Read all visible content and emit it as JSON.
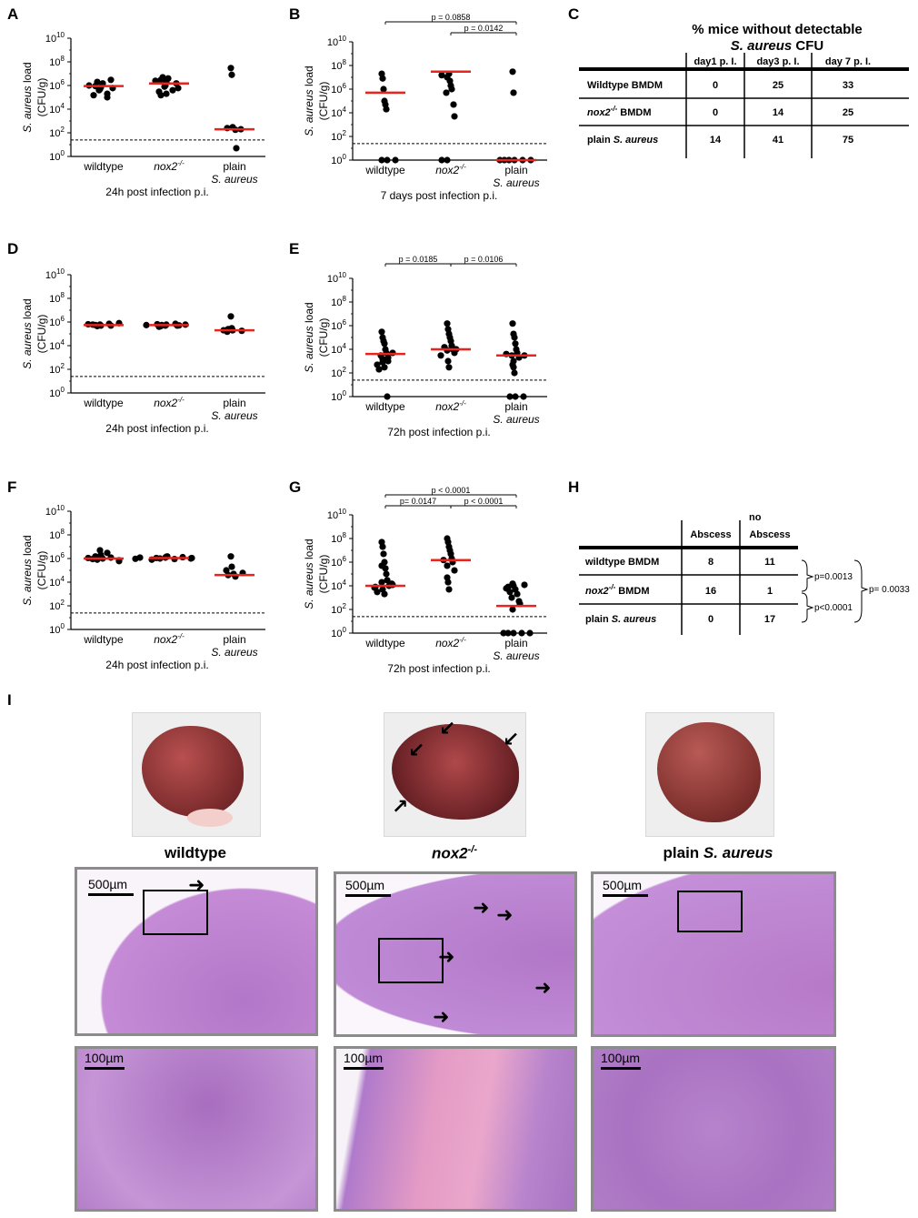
{
  "panels": {
    "A": {
      "letter": "A"
    },
    "B": {
      "letter": "B"
    },
    "C": {
      "letter": "C"
    },
    "D": {
      "letter": "D"
    },
    "E": {
      "letter": "E"
    },
    "F": {
      "letter": "F"
    },
    "G": {
      "letter": "G"
    },
    "H": {
      "letter": "H"
    },
    "I": {
      "letter": "I"
    }
  },
  "axis_text": {
    "ylabel_line1_italic": "S. aureus",
    "ylabel_line1_rest": " load",
    "ylabel_line2": "(CFU/g)",
    "tick_base": "10",
    "tick_exponents": [
      "0",
      "2",
      "4",
      "6",
      "8",
      "10"
    ],
    "cat_wildtype": "wildtype",
    "cat_nox2": "nox2",
    "cat_nox2_sup": "-/-",
    "cat_plain": "plain",
    "cat_saureus": "S. aureus"
  },
  "chart_data": [
    {
      "panel": "A",
      "type": "scatter",
      "xlabel": "24h post infection p.i.",
      "ylabel": "S. aureus load (CFU/g)",
      "yscale": "log",
      "ylim": [
        1,
        10000000000
      ],
      "categories": [
        "wildtype",
        "nox2-/-",
        "plain S. aureus"
      ],
      "detection_limit": 25,
      "series": [
        {
          "values": [
            500000,
            700000,
            900000,
            1500000,
            2000000,
            3000000,
            400000,
            600000,
            200000,
            150000,
            100000,
            1000000
          ]
        },
        {
          "values": [
            1000000,
            2000000,
            3000000,
            4000000,
            5000000,
            1500000,
            800000,
            600000,
            400000,
            300000,
            200000,
            150000,
            2500000
          ]
        },
        {
          "values": [
            30000000,
            8000000,
            300,
            250,
            200,
            180,
            5
          ]
        }
      ],
      "medians": [
        900000,
        1500000,
        200
      ],
      "annotations": []
    },
    {
      "panel": "B",
      "type": "scatter",
      "xlabel": "7 days post infection p.i.",
      "ylabel": "S. aureus load (CFU/g)",
      "yscale": "log",
      "ylim": [
        1,
        10000000000
      ],
      "categories": [
        "wildtype",
        "nox2-/-",
        "plain S. aureus"
      ],
      "detection_limit": 25,
      "series": [
        {
          "values": [
            20000000,
            8000000,
            1000000,
            100000,
            50000,
            20000,
            1,
            1,
            1
          ]
        },
        {
          "values": [
            10000000,
            15000000,
            20000000,
            5000000,
            2000000,
            1000000,
            500000,
            50000,
            5000,
            1,
            1
          ]
        },
        {
          "values": [
            30000000,
            500000,
            1,
            1,
            1,
            1,
            1,
            1
          ]
        }
      ],
      "medians": [
        500000,
        30000000,
        1
      ],
      "annotations": [
        {
          "text": "p = 0.0858",
          "from": 0,
          "to": 2
        },
        {
          "text": "p = 0.0142",
          "from": 1,
          "to": 2
        }
      ]
    },
    {
      "panel": "D",
      "type": "scatter",
      "xlabel": "24h post infection p.i.",
      "ylabel": "S. aureus load (CFU/g)",
      "yscale": "log",
      "ylim": [
        1,
        10000000000
      ],
      "categories": [
        "wildtype",
        "nox2-/-",
        "plain S. aureus"
      ],
      "detection_limit": 25,
      "series": [
        {
          "values": [
            600000,
            500000,
            550000,
            700000,
            450000,
            500000,
            600000,
            800000,
            650000
          ]
        },
        {
          "values": [
            500000,
            600000,
            450000,
            550000,
            700000,
            650000,
            500000,
            400000,
            600000,
            550000,
            520000
          ]
        },
        {
          "values": [
            3000000,
            300000,
            200000,
            150000,
            250000,
            180000,
            200000
          ]
        }
      ],
      "medians": [
        550000,
        550000,
        200000
      ],
      "annotations": []
    },
    {
      "panel": "E",
      "type": "scatter",
      "xlabel": "72h post infection p.i.",
      "ylabel": "S. aureus load (CFU/g)",
      "yscale": "log",
      "ylim": [
        1,
        10000000000
      ],
      "categories": [
        "wildtype",
        "nox2-/-",
        "plain S. aureus"
      ],
      "detection_limit": 25,
      "series": [
        {
          "values": [
            300000,
            100000,
            50000,
            30000,
            10000,
            5000,
            3000,
            2000,
            1500,
            1000,
            800,
            500,
            300,
            200,
            5000,
            1
          ]
        },
        {
          "values": [
            1500000,
            500000,
            200000,
            100000,
            50000,
            20000,
            10000,
            8000,
            5000,
            3000,
            1000,
            300,
            10000,
            15000
          ]
        },
        {
          "values": [
            1500000,
            200000,
            100000,
            30000,
            10000,
            5000,
            3000,
            2000,
            1000,
            500,
            300,
            100,
            1,
            1,
            1,
            3000,
            4000
          ]
        }
      ],
      "medians": [
        4000,
        10000,
        3000
      ],
      "annotations": [
        {
          "text": "p = 0.0185",
          "from": 0,
          "to": 1
        },
        {
          "text": "p = 0.0106",
          "from": 1,
          "to": 2
        }
      ]
    },
    {
      "panel": "F",
      "type": "scatter",
      "xlabel": "24h post infection p.i.",
      "ylabel": "S. aureus load (CFU/g)",
      "yscale": "log",
      "ylim": [
        1,
        10000000000
      ],
      "categories": [
        "wildtype",
        "nox2-/-",
        "plain S. aureus"
      ],
      "detection_limit": 25,
      "series": [
        {
          "values": [
            5000000,
            2000000,
            1500000,
            1000000,
            800000,
            1200000,
            900000,
            700000,
            1100000,
            600000,
            3000000
          ]
        },
        {
          "values": [
            1200000,
            1000000,
            1500000,
            900000,
            1100000,
            1300000,
            800000,
            1000000,
            1400000,
            1200000,
            1100000,
            950000
          ]
        },
        {
          "values": [
            1500000,
            200000,
            100000,
            50000,
            40000,
            30000,
            60000
          ]
        }
      ],
      "medians": [
        1000000,
        1100000,
        40000
      ],
      "annotations": []
    },
    {
      "panel": "G",
      "type": "scatter",
      "xlabel": "72h post infection p.i.",
      "ylabel": "S. aureus load (CFU/g)",
      "yscale": "log",
      "ylim": [
        1,
        10000000000
      ],
      "categories": [
        "wildtype",
        "nox2-/-",
        "plain S. aureus"
      ],
      "detection_limit": 25,
      "series": [
        {
          "values": [
            50000000,
            20000000,
            5000000,
            1000000,
            300000,
            100000,
            30000,
            20000,
            10000,
            8000,
            5000,
            3000,
            2000,
            15000,
            12000,
            7000,
            500000
          ]
        },
        {
          "values": [
            100000000,
            50000000,
            20000000,
            10000000,
            5000000,
            2000000,
            1000000,
            500000,
            200000,
            50000,
            20000,
            5000,
            1500000
          ]
        },
        {
          "values": [
            15000,
            10000,
            8000,
            5000,
            3000,
            2000,
            1000,
            500,
            300,
            100,
            1,
            1,
            1,
            1,
            1,
            12000,
            6000
          ]
        }
      ],
      "medians": [
        10000,
        1500000,
        200
      ],
      "annotations": [
        {
          "text": "p < 0.0001",
          "from": 0,
          "to": 2
        },
        {
          "text": "p= 0.0147",
          "from": 0,
          "to": 1
        },
        {
          "text": "p < 0.0001",
          "from": 1,
          "to": 2
        }
      ]
    },
    {
      "panel": "C",
      "type": "table",
      "title_line1": "% mice without detectable",
      "title_line2_italic": "S. aureus",
      "title_line2_rest": " CFU",
      "columns": [
        "day1 p. I.",
        "day3 p. I.",
        "day 7 p. I."
      ],
      "rows": [
        {
          "label": "Wildtype BMDM",
          "values": [
            "0",
            "25",
            "33"
          ]
        },
        {
          "label_prefix": "nox2",
          "label_sup": "-/-",
          "label_suffix": " BMDM",
          "values": [
            "0",
            "14",
            "25"
          ]
        },
        {
          "label_prefix": "plain ",
          "label_italic": "S. aureus",
          "values": [
            "14",
            "41",
            "75"
          ]
        }
      ]
    },
    {
      "panel": "H",
      "type": "table",
      "columns": [
        "Abscess",
        "no",
        "Abscess"
      ],
      "rows": [
        {
          "label": "wildtype BMDM",
          "values": [
            "8",
            "11"
          ]
        },
        {
          "label_prefix": "nox2",
          "label_sup": "-/-",
          "label_suffix": " BMDM",
          "values": [
            "16",
            "1"
          ]
        },
        {
          "label_prefix": "plain ",
          "label_italic": "S. aureus",
          "values": [
            "0",
            "17"
          ]
        }
      ],
      "comparisons": [
        "p=0.0013",
        "p<0.0001",
        "p= 0.0033"
      ]
    }
  ],
  "panel_I": {
    "labels": {
      "wildtype": "wildtype",
      "nox2": "nox2",
      "nox2_sup": "-/-",
      "plain_prefix": "plain ",
      "plain_italic": "S. aureus"
    },
    "scale_low": "500µm",
    "scale_high": "100µm"
  }
}
